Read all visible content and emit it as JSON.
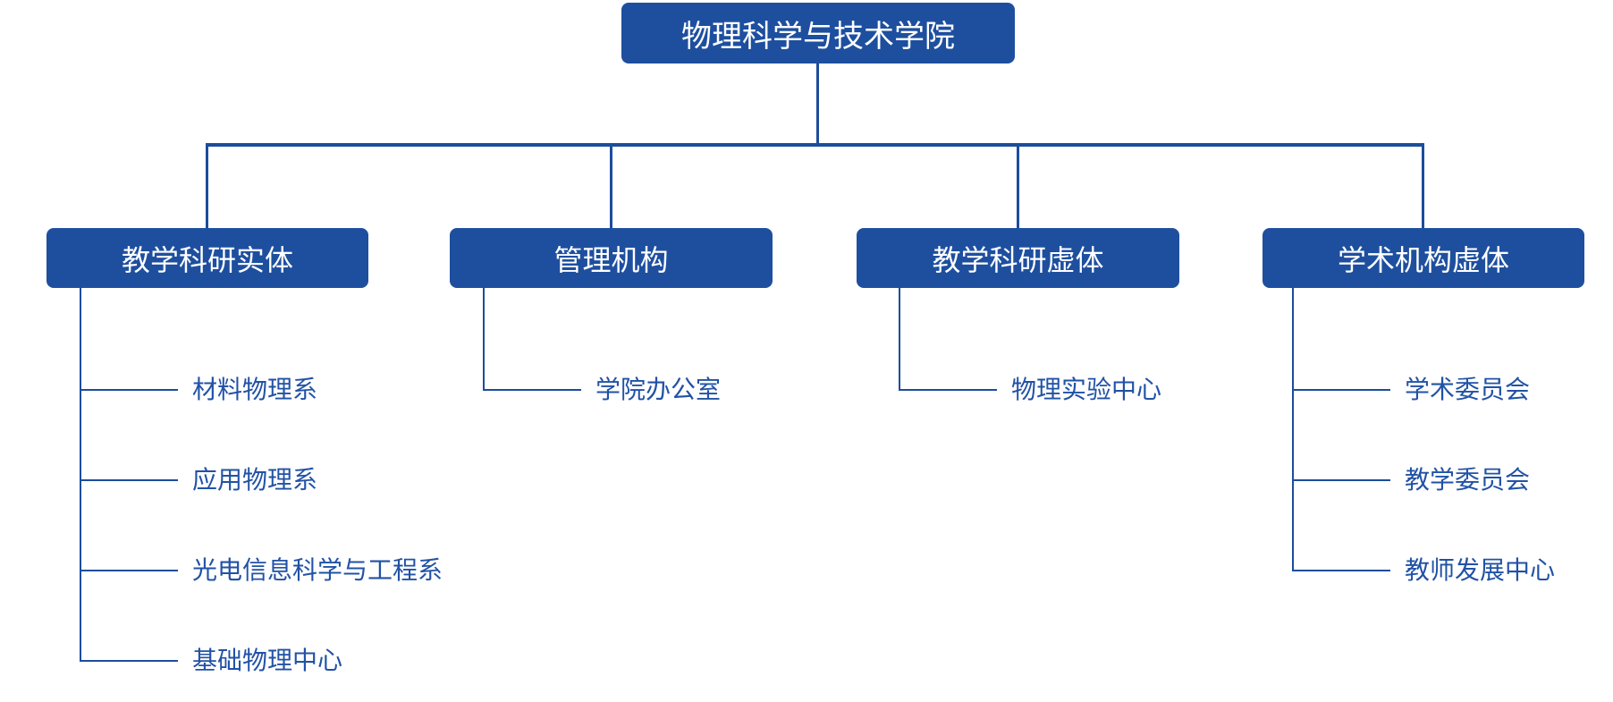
{
  "colors": {
    "node_fill": "#1e4f9f",
    "node_text": "#ffffff",
    "connector": "#1c4d9d",
    "leaf_text": "#2152a5",
    "background": "#ffffff"
  },
  "chart": {
    "type": "org-tree",
    "root": {
      "label": "物理科学与技术学院"
    },
    "groups": [
      {
        "label": "教学科研实体",
        "children": [
          {
            "label": "材料物理系"
          },
          {
            "label": "应用物理系"
          },
          {
            "label": "光电信息科学与工程系"
          },
          {
            "label": "基础物理中心"
          }
        ]
      },
      {
        "label": "管理机构",
        "children": [
          {
            "label": "学院办公室"
          }
        ]
      },
      {
        "label": "教学科研虚体",
        "children": [
          {
            "label": "物理实验中心"
          }
        ]
      },
      {
        "label": "学术机构虚体",
        "children": [
          {
            "label": "学术委员会"
          },
          {
            "label": "教学委员会"
          },
          {
            "label": "教师发展中心"
          }
        ]
      }
    ]
  }
}
